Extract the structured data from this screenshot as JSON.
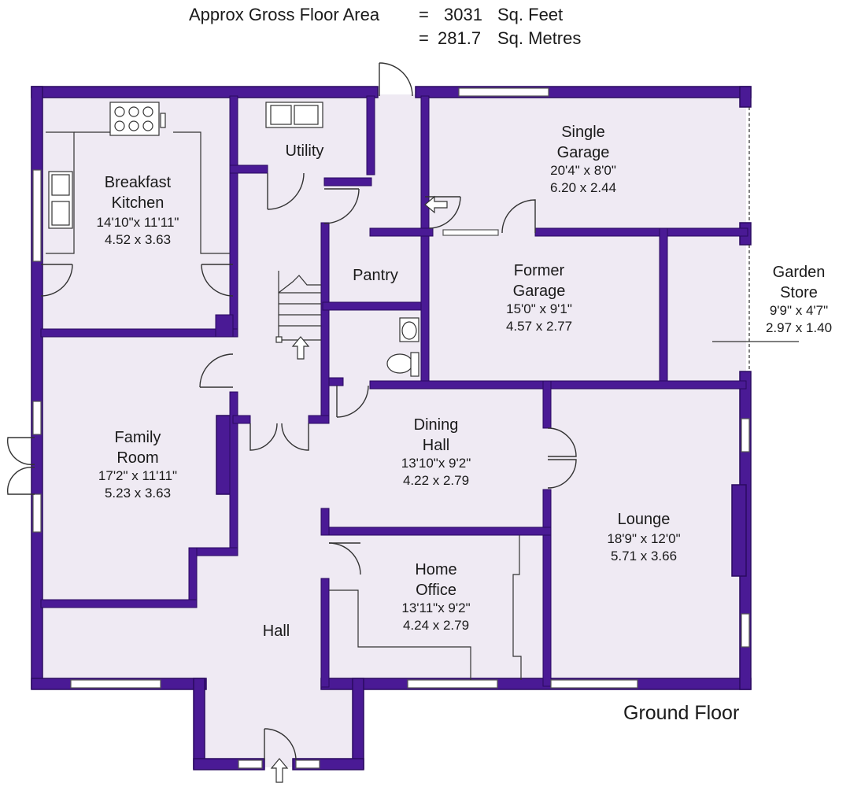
{
  "header": {
    "area_label": "Approx Gross Floor Area",
    "eq1": "=",
    "sqft_value": "3031",
    "sqft_unit": "Sq. Feet",
    "eq2": "=",
    "sqm_value": "281.7",
    "sqm_unit": "Sq. Metres"
  },
  "floor_label": "Ground Floor",
  "rooms": {
    "kitchen": {
      "name1": "Breakfast",
      "name2": "Kitchen",
      "imperial": "14'10\"x 11'11\"",
      "metric": "4.52  x  3.63"
    },
    "utility": {
      "name": "Utility"
    },
    "single_garage": {
      "name1": "Single",
      "name2": "Garage",
      "imperial": "20'4\"  x  8'0\"",
      "metric": "6.20  x  2.44"
    },
    "pantry": {
      "name": "Pantry"
    },
    "former_garage": {
      "name1": "Former",
      "name2": "Garage",
      "imperial": "15'0\"  x  9'1\"",
      "metric": "4.57  x  2.77"
    },
    "garden_store": {
      "name1": "Garden",
      "name2": "Store",
      "imperial": "9'9\"  x  4'7\"",
      "metric": "2.97  x  1.40"
    },
    "family_room": {
      "name1": "Family",
      "name2": "Room",
      "imperial": "17'2\"  x 11'11\"",
      "metric": "5.23  x  3.63"
    },
    "dining_hall": {
      "name1": "Dining",
      "name2": "Hall",
      "imperial": "13'10\"x  9'2\"",
      "metric": "4.22  x  2.79"
    },
    "lounge": {
      "name": "Lounge",
      "imperial": "18'9\"  x 12'0\"",
      "metric": "5.71  x  3.66"
    },
    "home_office": {
      "name1": "Home",
      "name2": "Office",
      "imperial": "13'11\"x  9'2\"",
      "metric": "4.24  x  2.79"
    },
    "hall": {
      "name": "Hall"
    }
  },
  "colors": {
    "wall": "#4a1a95",
    "floor": "#efeaf3"
  }
}
